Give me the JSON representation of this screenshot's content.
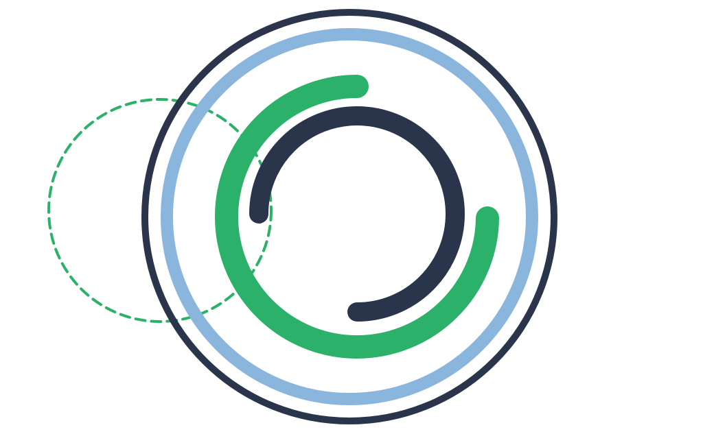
{
  "graphic": {
    "colors": {
      "background": "#ffffff",
      "outer_ring": "#2a344a",
      "light_ring": "#8ab6de",
      "green": "#2bb169",
      "inner_arc": "#2a344a"
    },
    "elements": [
      "outer-ring",
      "light-blue-ring",
      "dashed-green-circle",
      "green-arc",
      "navy-inner-arc"
    ]
  }
}
